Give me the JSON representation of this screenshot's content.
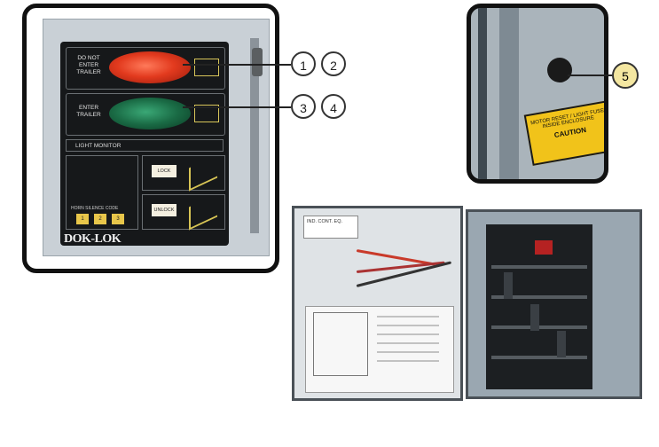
{
  "control_panel": {
    "red_lamp_label": "DO NOT\nENTER\nTRAILER",
    "green_lamp_label": "ENTER\nTRAILER",
    "monitor_label": "LIGHT MONITOR",
    "lock_label": "LOCK",
    "unlock_label": "UNLOCK",
    "horn_label": "HORN SILENCE CODE",
    "keys": [
      "1",
      "2",
      "3"
    ],
    "brand": "DOK-LOK"
  },
  "callouts": [
    "1",
    "2",
    "3",
    "4",
    "5"
  ],
  "warning_label": {
    "line1": "MOTOR RESET / LIGHT FUSE",
    "line2": "INSIDE ENCLOSURE",
    "caution": "CAUTION"
  },
  "enclosure": {
    "sticker": "IND. CONT. EQ."
  },
  "colors": {
    "red_lamp": "#e23a1e",
    "green_lamp": "#1a6b45",
    "callout_5_fill": "#f4e7a1",
    "warning_yellow": "#f1c31a"
  }
}
